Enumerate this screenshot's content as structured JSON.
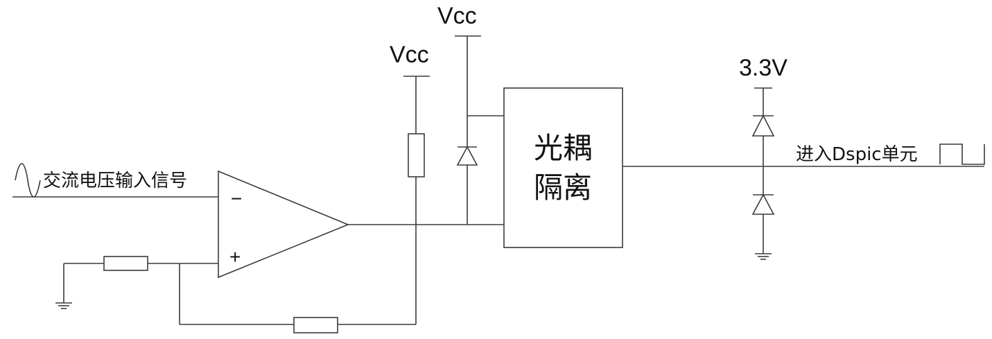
{
  "labels": {
    "input_signal": "交流电压输入信号",
    "vcc_left": "Vcc",
    "vcc_right": "Vcc",
    "optocoupler_line1": "光耦",
    "optocoupler_line2": "隔离",
    "supply_3v3": "3.3V",
    "output_destination": "进入Dspic单元",
    "opamp_inverting": "−",
    "opamp_noninverting": "+"
  },
  "colors": {
    "wire": "#3a3a3a",
    "text": "#111111",
    "background": "#ffffff"
  }
}
